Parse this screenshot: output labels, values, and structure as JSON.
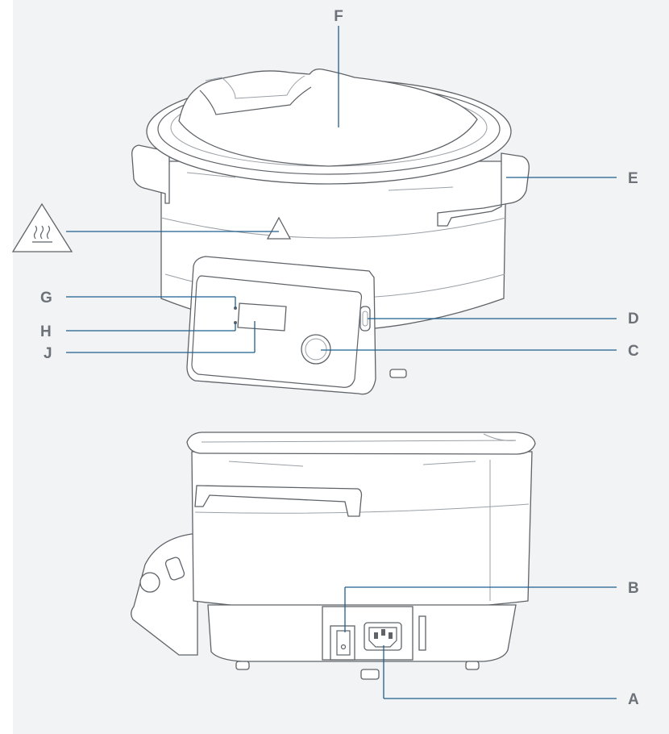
{
  "colors": {
    "background": "#f1f3f5",
    "callout_line": "#1f5f8f",
    "label": "#6d7278",
    "outline": "#5f6368"
  },
  "callouts": {
    "A": "A",
    "B": "B",
    "C": "C",
    "D": "D",
    "E": "E",
    "F": "F",
    "G": "G",
    "H": "H",
    "J": "J"
  },
  "icons": {
    "warning": "hot-surface-warning-icon"
  }
}
